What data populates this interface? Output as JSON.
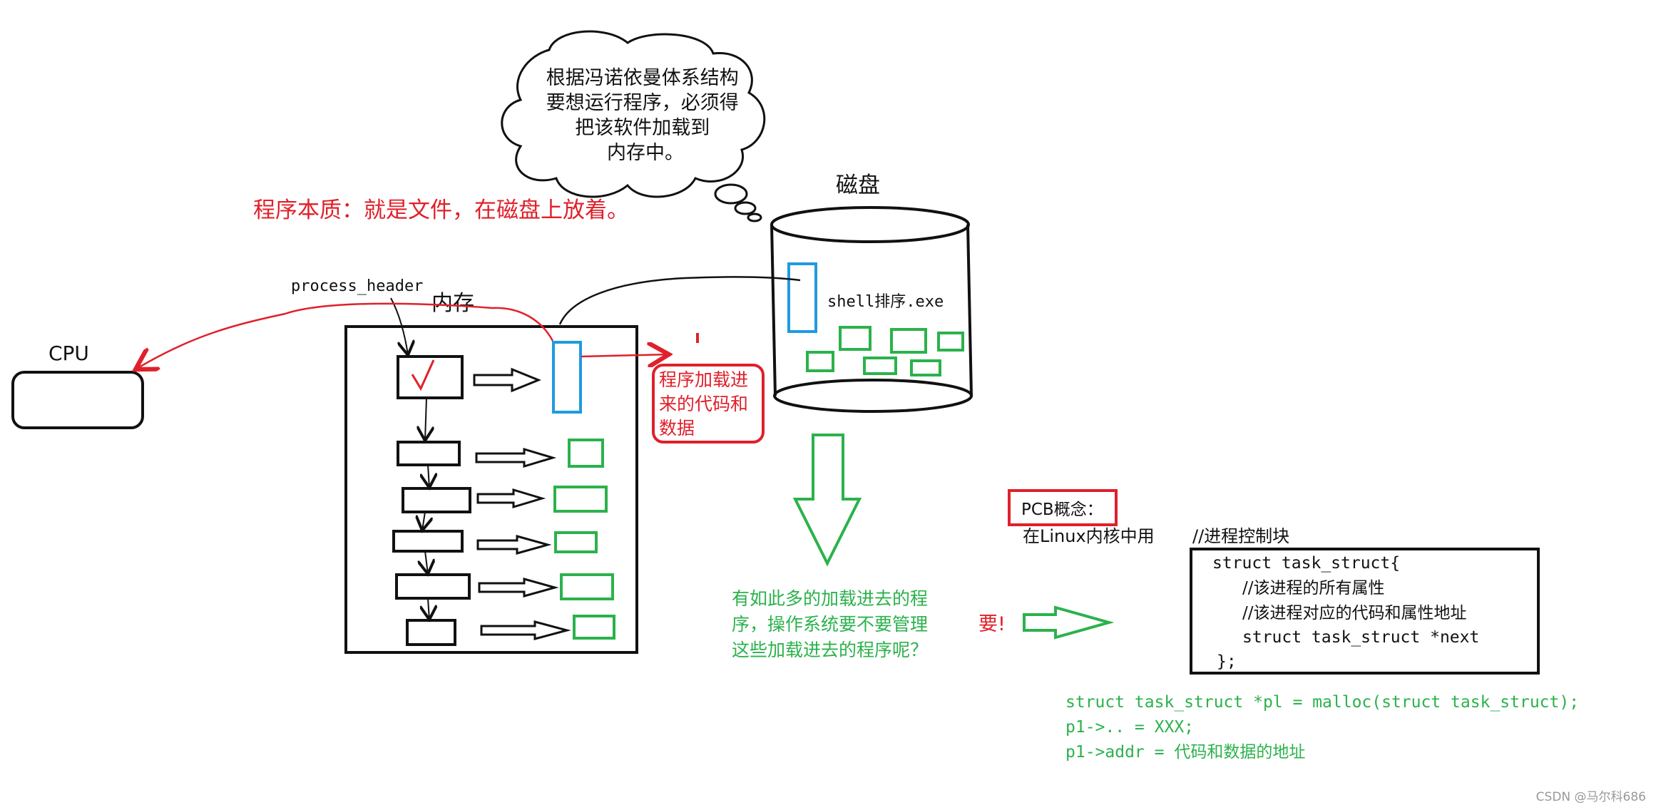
{
  "colors": {
    "black": "#111111",
    "red": "#e0202a",
    "green": "#2bb24c",
    "blue": "#1e9be0",
    "gray": "#999999"
  },
  "labels": {
    "cpu": "CPU",
    "memory": "内存",
    "process_header": "process_header",
    "disk": "磁盘",
    "shell_file": "shell排序.exe",
    "program_essence": "程序本质：就是文件，在磁盘上放着。",
    "loaded_code_data": [
      "程序加载进",
      "来的代码和",
      "数据"
    ],
    "thought_bubble": [
      "根据冯诺依曼体系结构",
      "要想运行程序，必须得",
      "把该软件加载到",
      "内存中。"
    ],
    "question": [
      "有如此多的加载进去的程",
      "序，操作系统要不要管理",
      "这些加载进去的程序呢？"
    ],
    "answer": "要!",
    "pcb_concept": "PCB概念：",
    "pcb_usage": "在Linux内核中用",
    "pcb_comment": "//进程控制块",
    "struct_lines": [
      "struct task_struct{",
      "//该进程的所有属性",
      "//该进程对应的代码和属性地址",
      "struct task_struct *next",
      "};"
    ],
    "code_lines": [
      "struct task_struct *pl = malloc(struct task_struct);",
      "p1->.. = XXX;",
      "p1->addr = 代码和数据的地址"
    ],
    "watermark": "CSDN @马尔科686"
  }
}
